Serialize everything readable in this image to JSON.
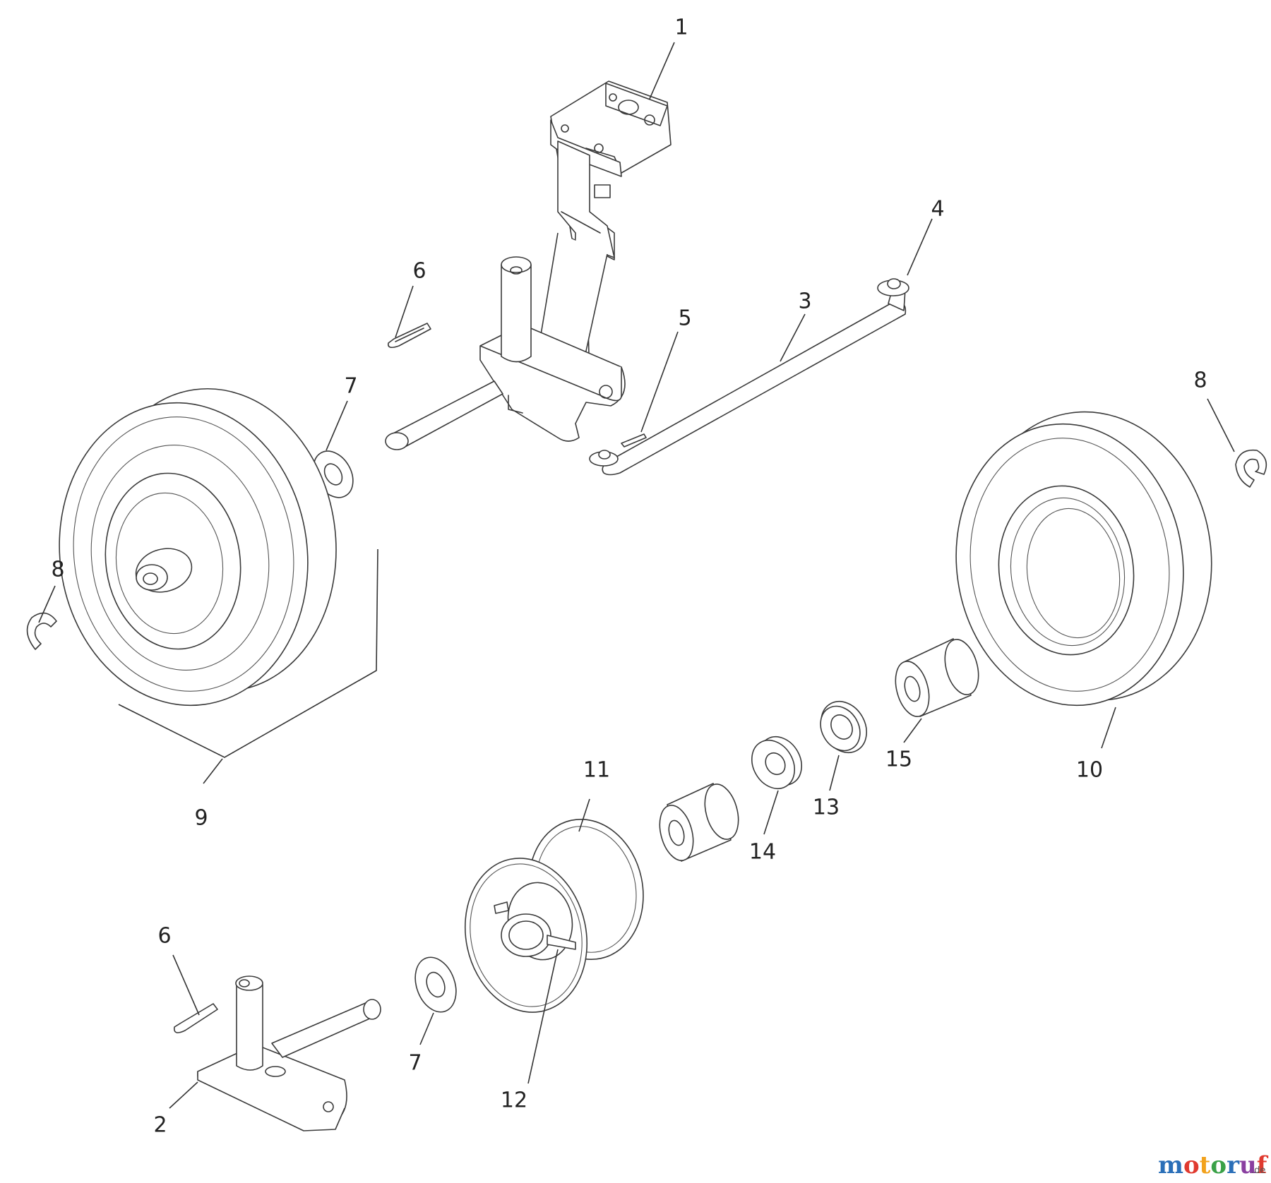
{
  "callouts": {
    "c1": "1",
    "c2": "2",
    "c3": "3",
    "c4": "4",
    "c5": "5",
    "c6a": "6",
    "c6b": "6",
    "c7a": "7",
    "c7b": "7",
    "c8a": "8",
    "c8b": "8",
    "c9": "9",
    "c10": "10",
    "c11": "11",
    "c12": "12",
    "c13": "13",
    "c14": "14",
    "c15": "15"
  },
  "watermark": {
    "name": "motoruf",
    "suffix": ".de",
    "colors": {
      "m": "#2a6fb8",
      "o1": "#e03a2f",
      "t": "#f2a21d",
      "o2": "#3aa148",
      "r": "#2a6fb8",
      "u": "#8a3fa0",
      "f": "#e03a2f"
    }
  }
}
